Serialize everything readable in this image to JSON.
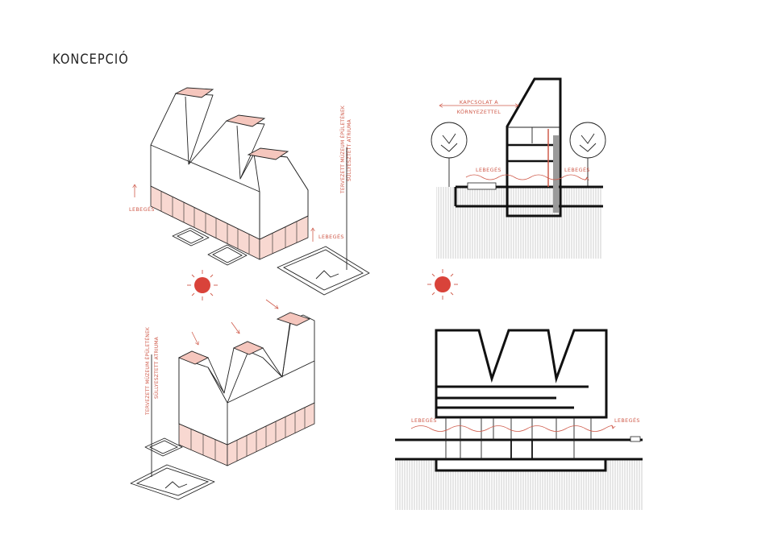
{
  "title": "KONCEPCIÓ",
  "colors": {
    "accent": "#cf5a4a",
    "roof_fill": "#f5c6bd",
    "sun": "#d9433a",
    "line": "#111111"
  },
  "iso_top": {
    "label_left": "LEBEGÉS",
    "label_right": "LEBEGÉS",
    "vertical_label_line1": "TERVEZETT MÚZEUM ÉPÜLETÉNEK",
    "vertical_label_line2": "SÜLLYESZTETT ATRIUMA"
  },
  "iso_bottom": {
    "vertical_label_line1": "TERVEZETT MÚZEUM ÉPÜLETÉNEK",
    "vertical_label_line2": "SÜLLYESZTETT ATRIUMA"
  },
  "section_top": {
    "kapcsolat_line1": "KAPCSOLAT A",
    "kapcsolat_line2": "KÖRNYEZETTEL",
    "label_left": "LEBEGÉS",
    "label_right": "LEBEGÉS"
  },
  "section_bottom": {
    "label_left": "LEBEGÉS",
    "label_right": "LEBEGÉS"
  },
  "icons": [
    "sun-icon",
    "tree-icon",
    "arrow-icon"
  ]
}
